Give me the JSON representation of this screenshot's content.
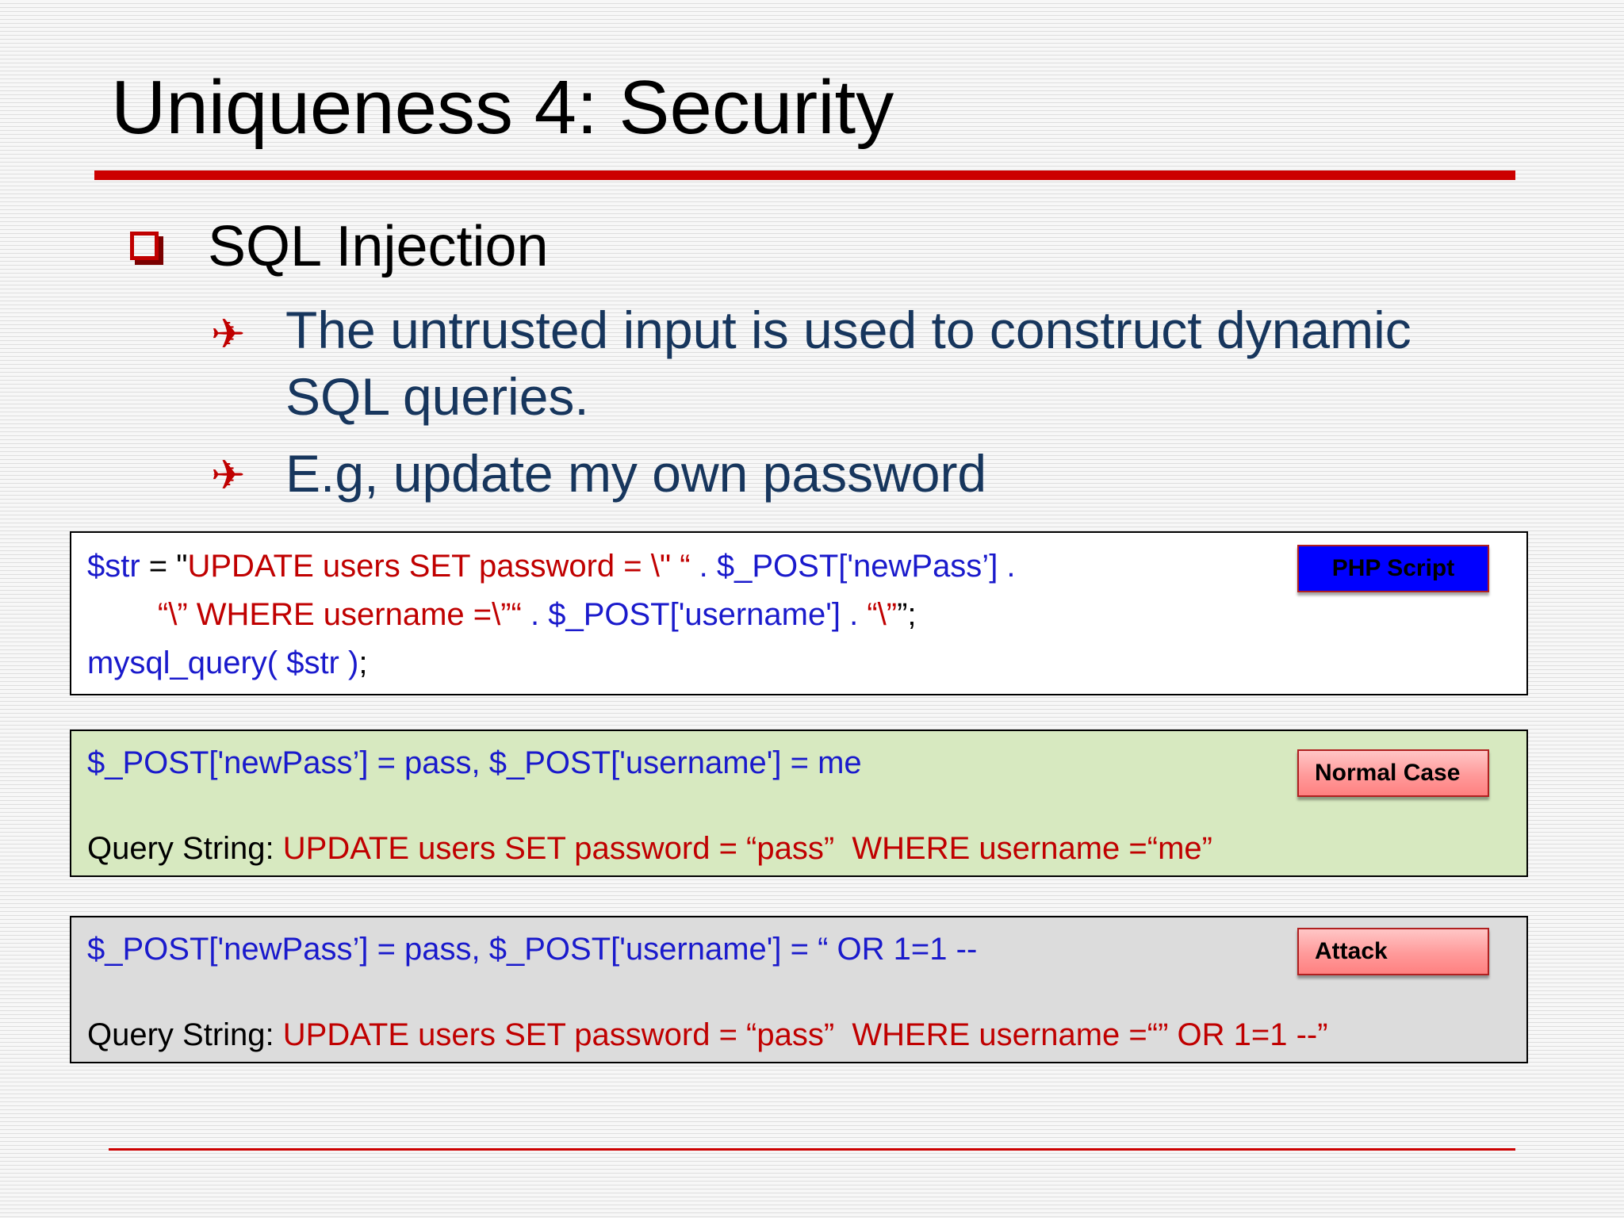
{
  "slide": {
    "title": "Uniqueness 4: Security",
    "bullet": "SQL Injection",
    "sub_bullets": [
      "The untrusted input is used to construct dynamic SQL queries.",
      "E.g, update my own password"
    ]
  },
  "php_box": {
    "tag": "PHP Script",
    "line1": {
      "var": "$str",
      "eq": " = \"",
      "sql": "UPDATE users SET password = \\\" “",
      "post": " . $_POST['newPass’] ."
    },
    "line2": {
      "indent": "        ",
      "q1": "“\\” WHERE username =\\”“",
      "post": " . $_POST['username'] . ",
      "q2": "“\\”",
      "end": "”;"
    },
    "line3": {
      "call": "mysql_query( $str )",
      "end": ";"
    }
  },
  "normal_box": {
    "tag": "Normal Case",
    "input": "$_POST['newPass’] = pass, $_POST['username'] = me",
    "query_label": "Query String: ",
    "query": "UPDATE users SET password = “pass”  WHERE username =“me”"
  },
  "attack_box": {
    "tag": "Attack",
    "input": "$_POST['newPass’] = pass, $_POST['username'] = “ OR 1=1 --",
    "query_label": "Query String: ",
    "query": "UPDATE users SET password = “pass”  WHERE username =“” OR 1=1 --”"
  },
  "colors": {
    "accent_red": "#cc0000",
    "text_navy": "#17365d",
    "code_blue": "#1a1acc",
    "code_red": "#c00000",
    "normal_bg": "#d7e9c0",
    "attack_bg": "#dcdcdc"
  },
  "icons": {
    "bullet": "hollow-square-icon",
    "sub_bullet": "airplane-arrow-icon"
  }
}
